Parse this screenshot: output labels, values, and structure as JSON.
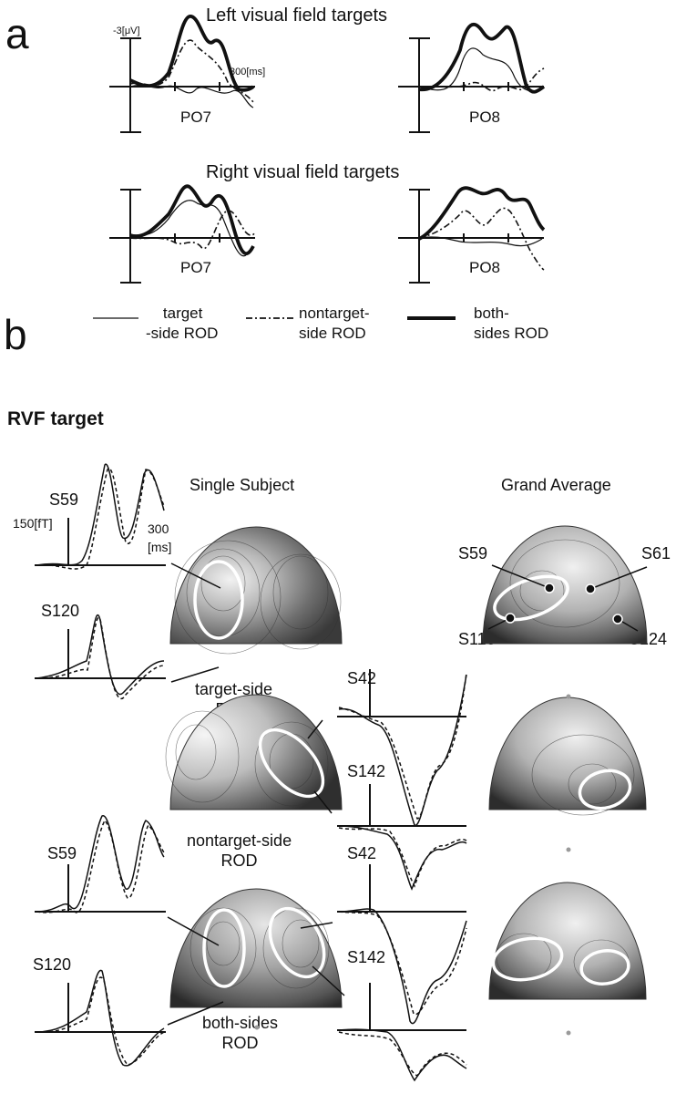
{
  "panel_a": {
    "letter": "a",
    "title_left": "Left visual field targets",
    "title_right": "Right visual field targets",
    "scale_uv": "-3[μV]",
    "scale_ms": "300[ms]",
    "channels": [
      "PO7",
      "PO8",
      "PO7",
      "PO8"
    ]
  },
  "legend": {
    "target": "    target\n-side ROD",
    "nontarget": "nontarget-\nside ROD",
    "both": "both-\nsides ROD"
  },
  "panel_b": {
    "letter": "b",
    "heading": "RVF target",
    "single_subject": "Single Subject",
    "grand_average": "Grand Average",
    "scale_ft": "150[fT]",
    "scale_ms": "300\n[ms]",
    "maps": {
      "target": "target-side\nROD",
      "nontarget": "nontarget-side\nROD",
      "both": "both-sides\nROD"
    },
    "sensors": {
      "left_top_1": "S59",
      "left_top_2": "S120",
      "left_bot_1": "S59",
      "left_bot_2": "S120",
      "mid_top_1": "S42",
      "mid_top_2": "S142",
      "mid_bot_1": "S42",
      "mid_bot_2": "S142",
      "ga_s59": "S59",
      "ga_s61": "S61",
      "ga_s118": "S118",
      "ga_s124": "S124"
    }
  }
}
